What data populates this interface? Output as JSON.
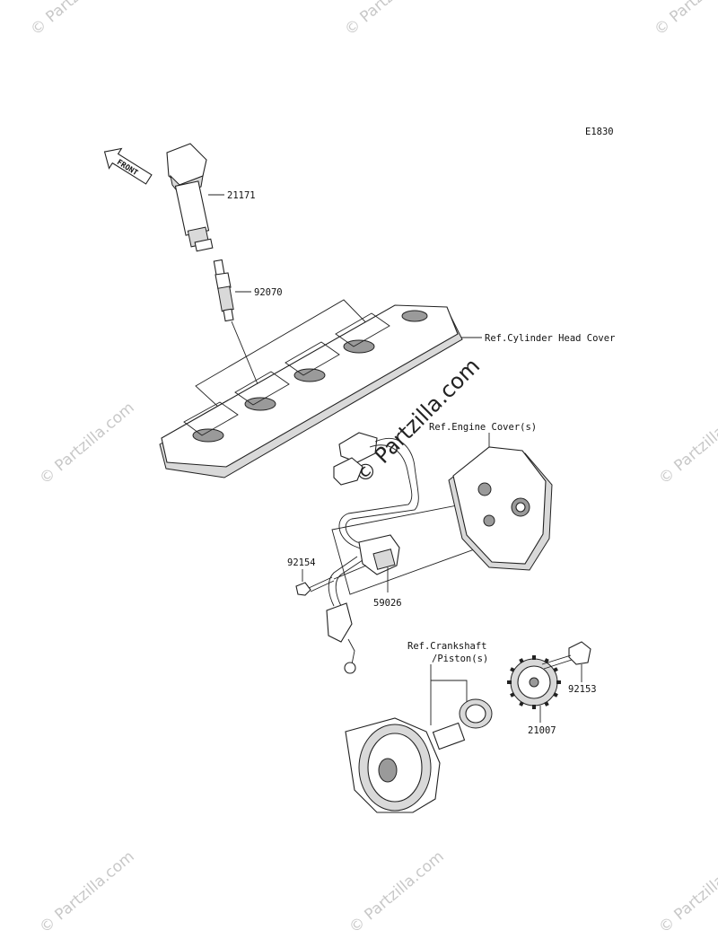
{
  "diagram_code": "E1830",
  "front_arrow_label": "FRONT",
  "callouts": {
    "ignition_coil": "21171",
    "spark_plug": "92070",
    "cylinder_head_cover_ref": "Ref.Cylinder Head Cover",
    "engine_cover_ref": "Ref.Engine Cover(s)",
    "bolt_left": "92154",
    "pickup_coil": "59026",
    "crankshaft_ref_line1": "Ref.Crankshaft",
    "crankshaft_ref_line2": "/Piston(s)",
    "bolt_right": "92153",
    "timing_rotor": "21007"
  },
  "watermark": {
    "text": "© Partzilla.com"
  }
}
